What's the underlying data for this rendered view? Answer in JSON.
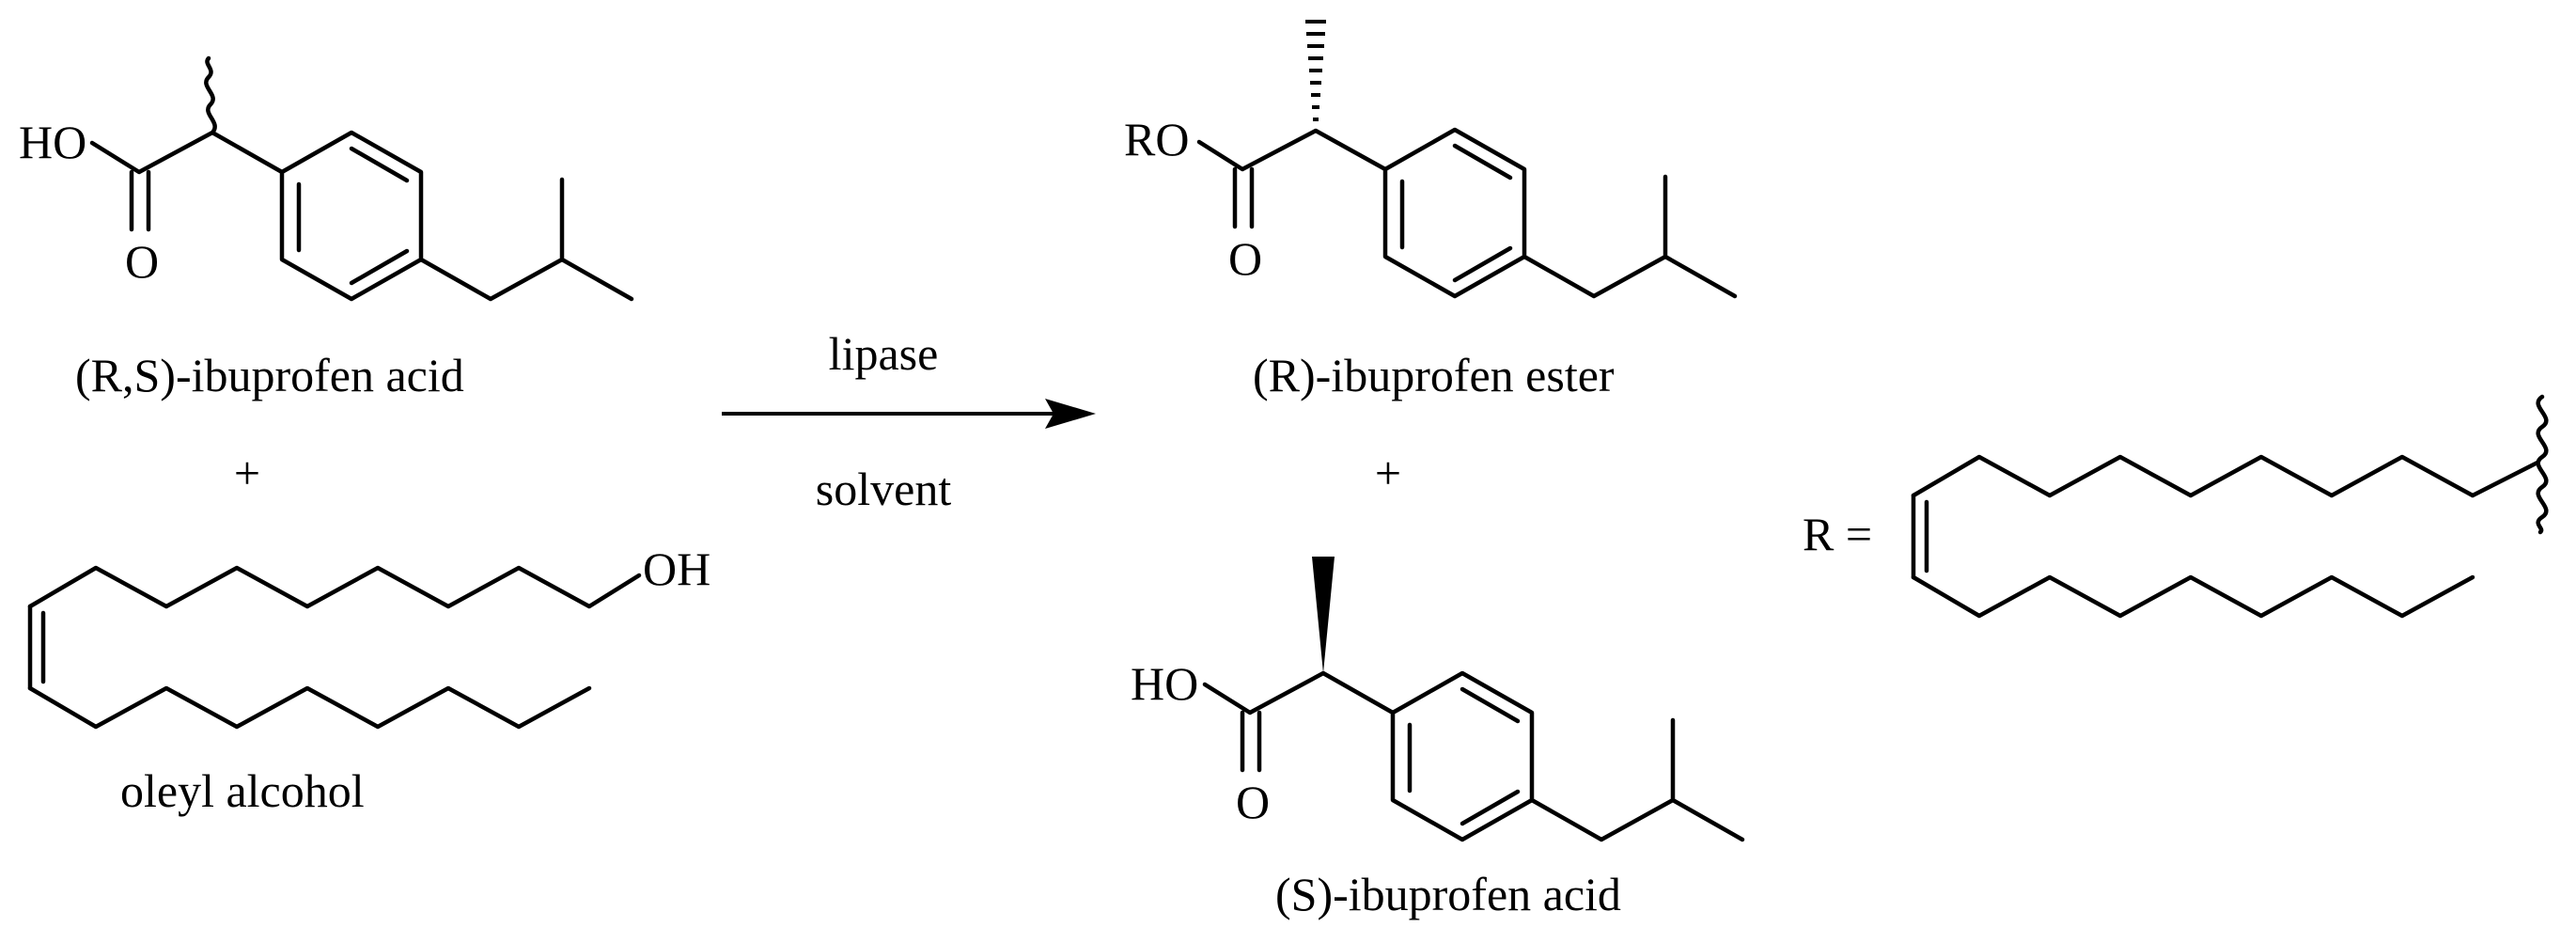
{
  "reactant_acid": {
    "atom_hydroxyl": "HO",
    "atom_carbonyl_oxygen": "O",
    "caption": "(R,S)-ibuprofen acid"
  },
  "plus_reactants": "+",
  "reactant_alcohol": {
    "atom_hydroxyl": "OH",
    "caption": "oleyl alcohol"
  },
  "arrow": {
    "above_label": "lipase",
    "below_label": "solvent"
  },
  "product_ester": {
    "atom_alkoxy": "RO",
    "atom_carbonyl_oxygen": "O",
    "caption": "(R)-ibuprofen ester"
  },
  "plus_products": "+",
  "product_acid": {
    "atom_hydroxyl": "HO",
    "atom_carbonyl_oxygen": "O",
    "caption": "(S)-ibuprofen acid"
  },
  "r_group": {
    "label": "R ="
  }
}
